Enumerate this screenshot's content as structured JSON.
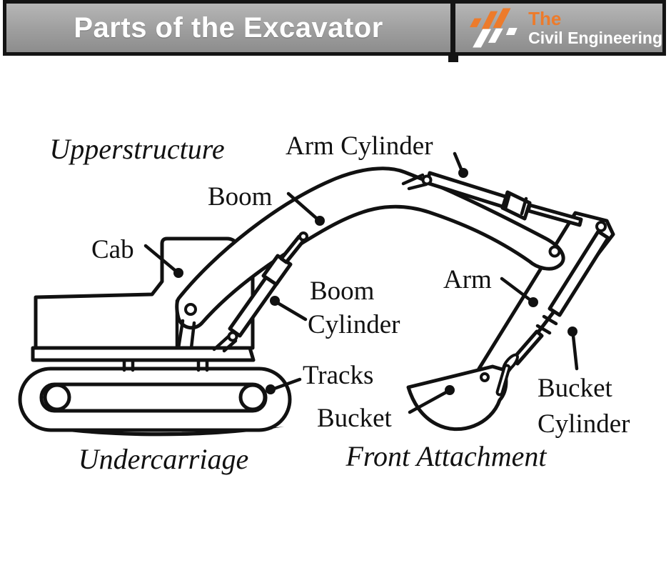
{
  "header": {
    "title": "Parts of the Excavator",
    "logo": {
      "line1": "The",
      "line2": "Civil Engineering"
    }
  },
  "colors": {
    "banner_border": "#141414",
    "banner_gray_top": "#b6b6b6",
    "banner_gray_bottom": "#8d8d8d",
    "logo_orange": "#ED7B2B",
    "ink": "#111111",
    "title_text": "#ffffff"
  },
  "diagram": {
    "labels": {
      "upperstructure": "Upperstructure",
      "arm_cylinder": "Arm Cylinder",
      "boom": "Boom",
      "cab": "Cab",
      "boom_cylinder_line1": "Boom",
      "boom_cylinder_line2": "Cylinder",
      "arm": "Arm",
      "tracks": "Tracks",
      "bucket": "Bucket",
      "bucket_cylinder_line1": "Bucket",
      "bucket_cylinder_line2": "Cylinder",
      "undercarriage": "Undercarriage",
      "front_attachment": "Front Attachment"
    }
  }
}
